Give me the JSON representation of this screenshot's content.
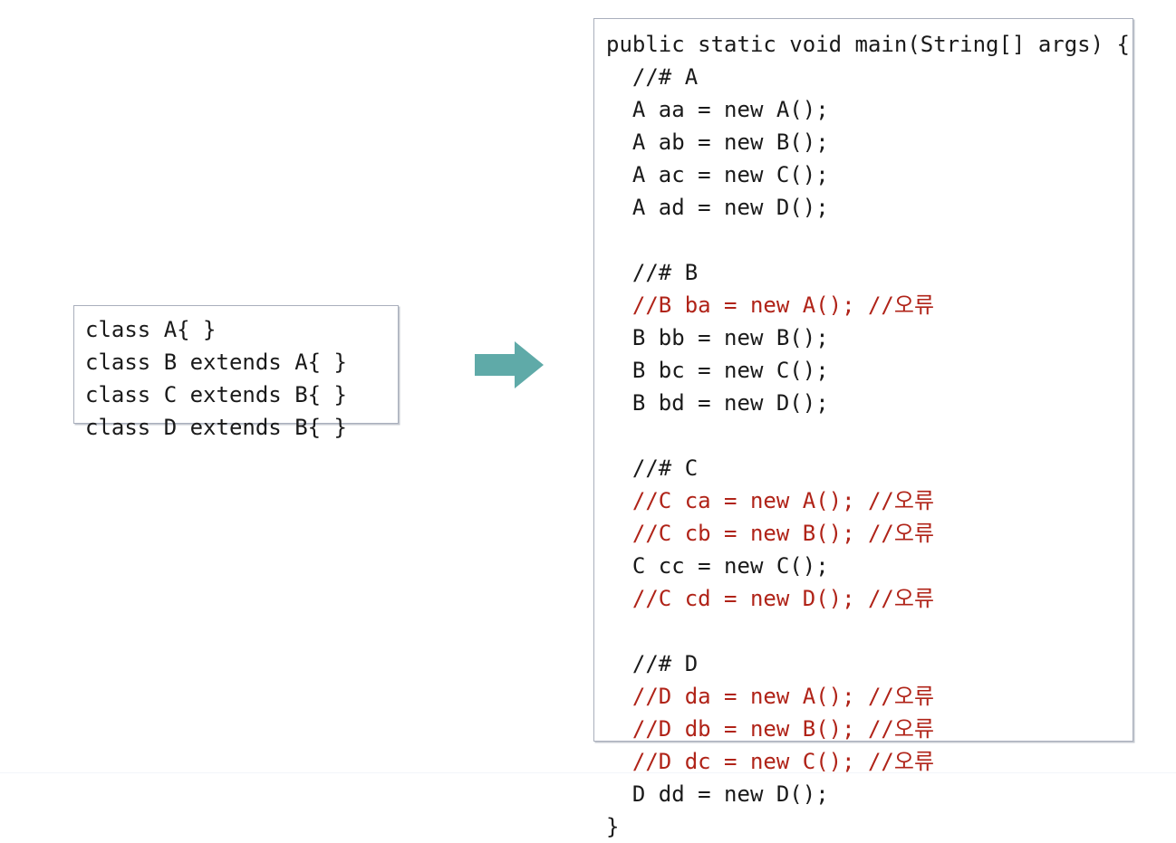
{
  "slide": {
    "title": "Java Inheritance Assignment Compatibility",
    "colors": {
      "error_red": "#b02318",
      "code_black": "#1a1a1a",
      "arrow_teal": "#5faaa8",
      "box_border": "#a9afbc",
      "background": "#ffffff"
    }
  },
  "class_box": {
    "name": "class-declarations",
    "lines": [
      {
        "text": "class A{ }",
        "error": false
      },
      {
        "text": "class B extends A{ }",
        "error": false
      },
      {
        "text": "class C extends B{ }",
        "error": false
      },
      {
        "text": "class D extends B{ }",
        "error": false
      }
    ]
  },
  "arrow": {
    "icon": "arrow-right-icon",
    "direction": "right",
    "color": "#5faaa8"
  },
  "main_box": {
    "name": "main-method-code",
    "lines": [
      {
        "text": "public static void main(String[] args) {",
        "error": false
      },
      {
        "text": "  //# A",
        "error": false
      },
      {
        "text": "  A aa = new A();",
        "error": false
      },
      {
        "text": "  A ab = new B();",
        "error": false
      },
      {
        "text": "  A ac = new C();",
        "error": false
      },
      {
        "text": "  A ad = new D();",
        "error": false
      },
      {
        "text": "",
        "error": false
      },
      {
        "text": "  //# B",
        "error": false
      },
      {
        "text": "  //B ba = new A(); //오류",
        "error": true
      },
      {
        "text": "  B bb = new B();",
        "error": false
      },
      {
        "text": "  B bc = new C();",
        "error": false
      },
      {
        "text": "  B bd = new D();",
        "error": false
      },
      {
        "text": "",
        "error": false
      },
      {
        "text": "  //# C",
        "error": false
      },
      {
        "text": "  //C ca = new A(); //오류",
        "error": true
      },
      {
        "text": "  //C cb = new B(); //오류",
        "error": true
      },
      {
        "text": "  C cc = new C();",
        "error": false
      },
      {
        "text": "  //C cd = new D(); //오류",
        "error": true
      },
      {
        "text": "",
        "error": false
      },
      {
        "text": "  //# D",
        "error": false
      },
      {
        "text": "  //D da = new A(); //오류",
        "error": true
      },
      {
        "text": "  //D db = new B(); //오류",
        "error": true
      },
      {
        "text": "  //D dc = new C(); //오류",
        "error": true
      },
      {
        "text": "  D dd = new D();",
        "error": false
      },
      {
        "text": "}",
        "error": false
      }
    ]
  }
}
